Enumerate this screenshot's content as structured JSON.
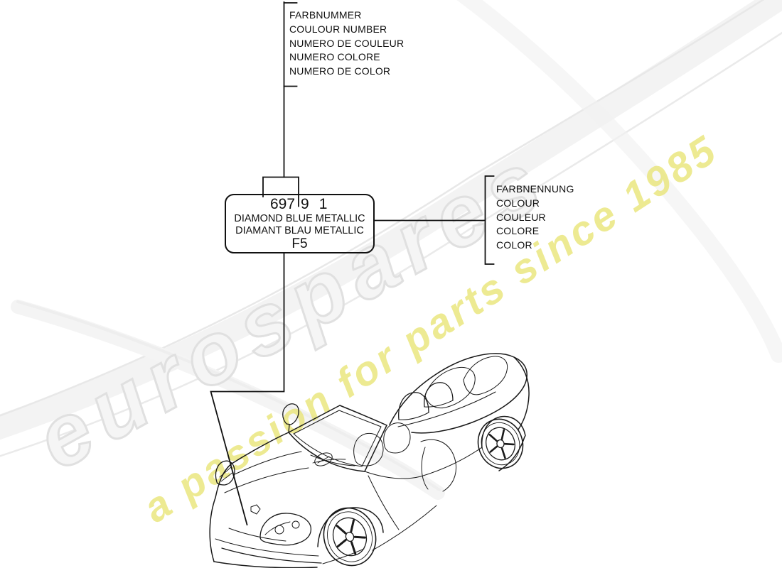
{
  "watermark": {
    "brand": "eurospares",
    "tagline": "a passion for parts since 1985",
    "brand_fill_color": "#f5f5f5",
    "brand_outline_color": "#e0e0e0",
    "tagline_color": "#e9e578"
  },
  "color_number_label": {
    "lines": [
      "FARBNUMMER",
      "COULOUR NUMBER",
      "NUMERO DE COULEUR",
      "NUMERO COLORE",
      "NUMERO DE COLOR"
    ]
  },
  "color_name_label": {
    "lines": [
      "FARBNENNUNG",
      "COLOUR",
      "COULEUR",
      "COLORE",
      "COLOR"
    ]
  },
  "paint_label": {
    "code_part1": "697",
    "code_part2": "9",
    "code_part3": "1",
    "name_english": "DIAMOND BLUE METALLIC",
    "name_german": "DIAMANT BLAU METALLIC",
    "code_short": "F5"
  },
  "illustration": {
    "subject": "convertible sports car line drawing",
    "line_color": "#1a1a1a"
  }
}
